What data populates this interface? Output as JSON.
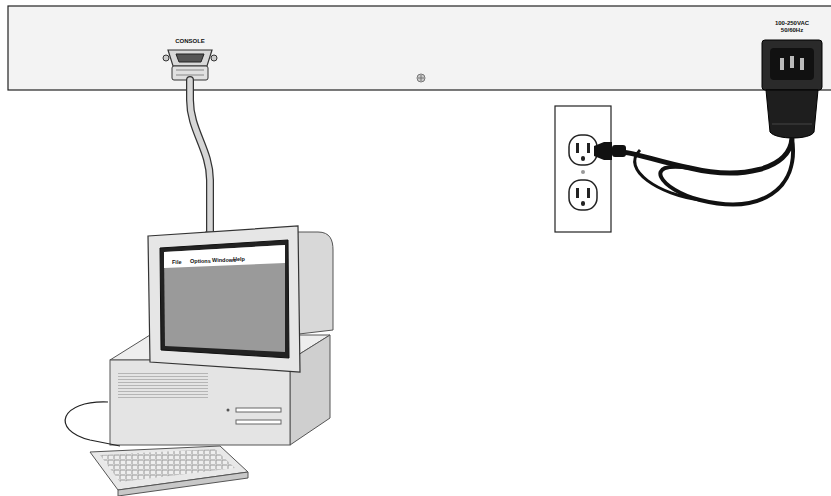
{
  "diagram": {
    "labels": [
      "CONSOLE",
      "100-250VAC 50/60Hz",
      "File",
      "Options",
      "Windows",
      "Help"
    ]
  }
}
